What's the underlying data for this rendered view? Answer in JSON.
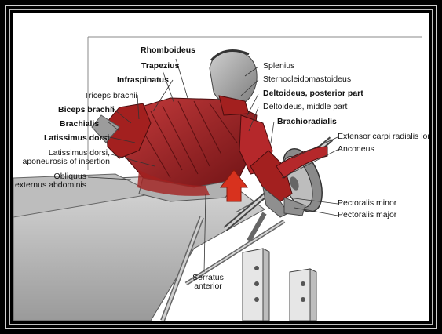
{
  "labels": {
    "rhomboideus": "Rhomboideus",
    "trapezius": "Trapezius",
    "infraspinatus": "Infraspinatus",
    "triceps": "Triceps brachii",
    "biceps": "Biceps brachii",
    "brachialis": "Brachialis",
    "latissimus": "Latissimus dorsi",
    "latissimus_apo_1": "Latissimus dorsi,",
    "latissimus_apo_2": "aponeurosis of insertion",
    "obliquus_1": "Obliquus",
    "obliquus_2": "externus abdominis",
    "splenius": "Splenius",
    "sternocleido": "Sternocleidomastoideus",
    "deltoid_post": "Deltoideus, posterior part",
    "deltoid_mid": "Deltoideus, middle part",
    "brachioradialis": "Brachioradialis",
    "ext_carpi": "Extensor carpi radialis longus",
    "anconeus": "Anconeus",
    "pect_minor": "Pectoralis minor",
    "pect_major": "Pectoralis major",
    "serratus_1": "Serratus",
    "serratus_2": "anterior"
  },
  "colors": {
    "frame": "#000000",
    "background": "#ffffff",
    "muscle": "#b5282b",
    "muscle_dark": "#7a1517",
    "skin": "#9c9c9c",
    "arrow": "#d8321e",
    "leader": "#333333"
  }
}
